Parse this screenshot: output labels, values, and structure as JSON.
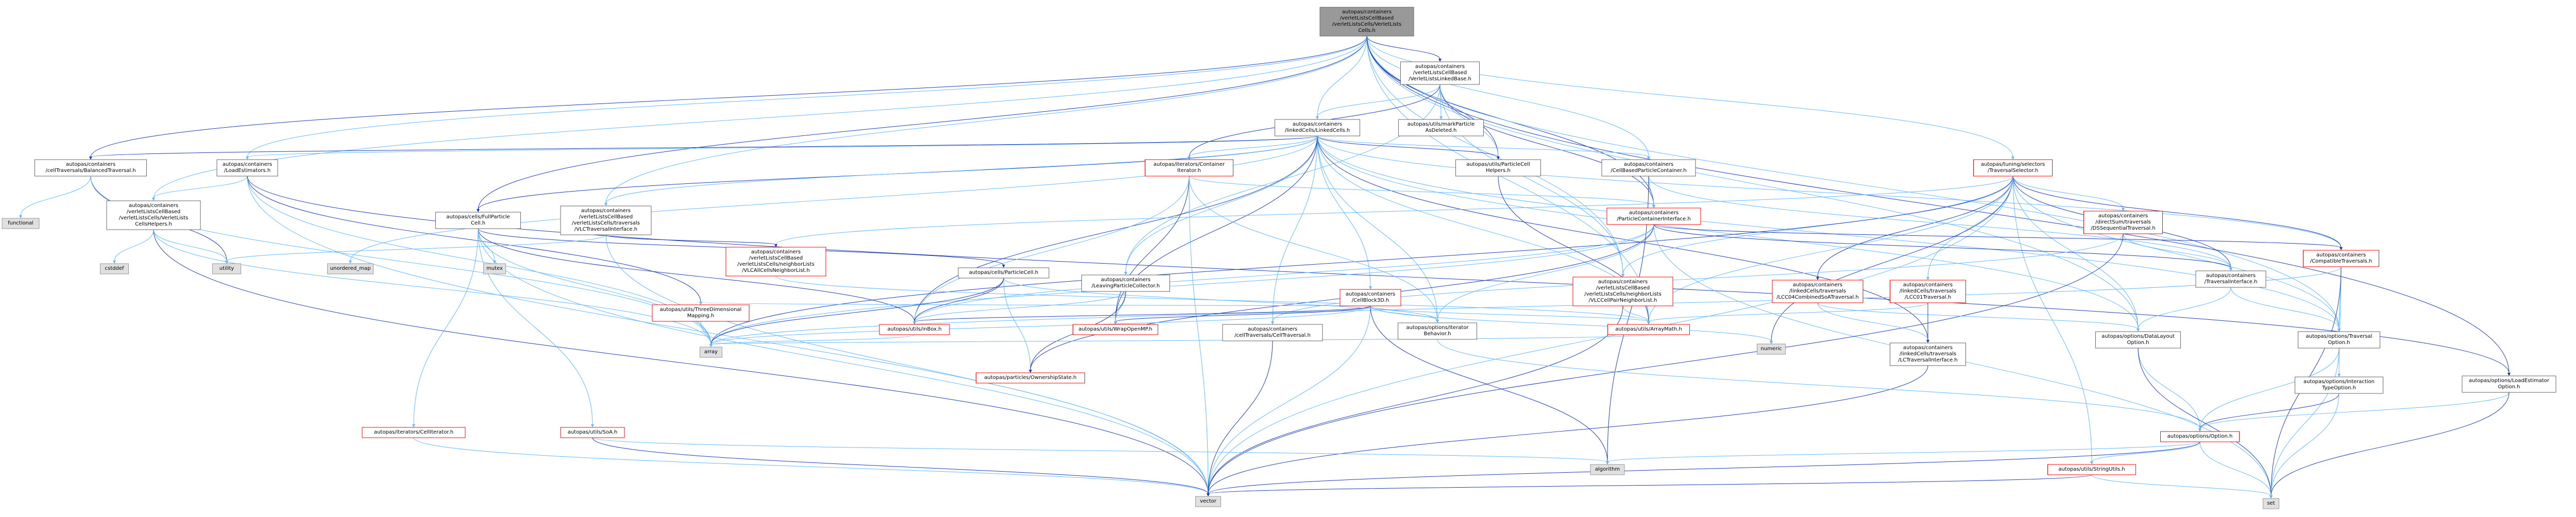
{
  "graph": {
    "colors": {
      "root_fill": "#999999",
      "node_fill": "#ffffff",
      "node_border_normal": "#666666",
      "node_border_missing": "#ff0000",
      "external_fill": "#e0e0e0",
      "external_border": "#999999",
      "edge": "#63b8ff",
      "edge_alt": "#1f3bb3"
    },
    "nodes": [
      {
        "id": "root",
        "lines": [
          "autopas/containers",
          "/verletListsCellBased",
          "/verletListsCells/VerletLists",
          "Cells.h"
        ],
        "style": "root"
      },
      {
        "id": "vlcl",
        "lines": [
          "autopas/containers",
          "/verletListsCellBased",
          "/VerletListsLinkedBase.h"
        ],
        "style": "normal"
      },
      {
        "id": "lc",
        "lines": [
          "autopas/containers",
          "/linkedCells/LinkedCells.h"
        ],
        "style": "normal"
      },
      {
        "id": "markdel",
        "lines": [
          "autopas/utils/markParticle",
          "AsDeleted.h"
        ],
        "style": "normal"
      },
      {
        "id": "ts",
        "lines": [
          "autopas/tuning/selectors",
          "/TraversalSelector.h"
        ],
        "style": "red"
      },
      {
        "id": "cbtrav",
        "lines": [
          "autopas/containers",
          "/cellTraversals/BalancedTraversal.h"
        ],
        "style": "normal"
      },
      {
        "id": "le",
        "lines": [
          "autopas/containers",
          "/LoadEstimators.h"
        ],
        "style": "normal"
      },
      {
        "id": "itcont",
        "lines": [
          "autopas/iterators/Container",
          "Iterator.h"
        ],
        "style": "red"
      },
      {
        "id": "pch",
        "lines": [
          "autopas/utils/ParticleCell",
          "Helpers.h"
        ],
        "style": "normal"
      },
      {
        "id": "cbpc",
        "lines": [
          "autopas/containers",
          "/CellBasedParticleContainer.h"
        ],
        "style": "normal"
      },
      {
        "id": "vlchelp",
        "lines": [
          "autopas/containers",
          "/verletListsCellBased",
          "/verletListsCells/VerletLists",
          "CellsHelpers.h"
        ],
        "style": "normal"
      },
      {
        "id": "fullpc",
        "lines": [
          "autopas/cells/FullParticle",
          "Cell.h"
        ],
        "style": "normal"
      },
      {
        "id": "vlctrav",
        "lines": [
          "autopas/containers",
          "/verletListsCellBased",
          "/verletListsCells/traversals",
          "/VLCTraversalInterface.h"
        ],
        "style": "normal"
      },
      {
        "id": "pci",
        "lines": [
          "autopas/containers",
          "/ParticleContainerInterface.h"
        ],
        "style": "red"
      },
      {
        "id": "dstrav",
        "lines": [
          "autopas/containers",
          "/directSum/traversals",
          "/DSSequentialTraversal.h"
        ],
        "style": "red"
      },
      {
        "id": "compat",
        "lines": [
          "autopas/containers",
          "/CompatibleTraversals.h"
        ],
        "style": "red"
      },
      {
        "id": "cellblock",
        "lines": [
          "autopas/containers",
          "/CellBlock3D.h"
        ],
        "style": "red"
      },
      {
        "id": "vlcneigh",
        "lines": [
          "autopas/containers",
          "/verletListsCellBased",
          "/verletListsCells/neighborLists",
          "/VLCCellPairNeighborList.h"
        ],
        "style": "red"
      },
      {
        "id": "lccomb",
        "lines": [
          "autopas/containers",
          "/linkedCells/traversals",
          "/LCC04CombinedSoATraversal.h"
        ],
        "style": "red"
      },
      {
        "id": "lcc01",
        "lines": [
          "autopas/containers",
          "/linkedCells/traversals",
          "/LCC01Traversal.h"
        ],
        "style": "red"
      },
      {
        "id": "vlcall",
        "lines": [
          "autopas/containers",
          "/verletListsCellBased",
          "/verletListsCells/neighborLists",
          "/VLCAllCellsNeighborList.h"
        ],
        "style": "red"
      },
      {
        "id": "pcell",
        "lines": [
          "autopas/cells/ParticleCell.h"
        ],
        "style": "normal"
      },
      {
        "id": "leaving",
        "lines": [
          "autopas/containers",
          "/LeavingParticleCollector.h"
        ],
        "style": "normal"
      },
      {
        "id": "travint",
        "lines": [
          "autopas/containers",
          "/TraversalInterface.h"
        ],
        "style": "normal"
      },
      {
        "id": "lctrav",
        "lines": [
          "autopas/containers",
          "/linkedCells/traversals",
          "/LCTraversalInterface.h"
        ],
        "style": "normal"
      },
      {
        "id": "utd",
        "lines": [
          "autopas/utils/ThreeDimensional",
          "Mapping.h"
        ],
        "style": "red"
      },
      {
        "id": "inbox",
        "lines": [
          "autopas/utils/inBox.h"
        ],
        "style": "red"
      },
      {
        "id": "wrapomp",
        "lines": [
          "autopas/utils/WrapOpenMP.h"
        ],
        "style": "red"
      },
      {
        "id": "celltrav",
        "lines": [
          "autopas/containers",
          "/cellTraversals/CellTraversal.h"
        ],
        "style": "normal"
      },
      {
        "id": "itbeh",
        "lines": [
          "autopas/options/Iterator",
          "Behavior.h"
        ],
        "style": "normal"
      },
      {
        "id": "arraymath",
        "lines": [
          "autopas/utils/ArrayMath.h"
        ],
        "style": "red"
      },
      {
        "id": "datalayout",
        "lines": [
          "autopas/options/DataLayout",
          "Option.h"
        ],
        "style": "normal"
      },
      {
        "id": "travopt",
        "lines": [
          "autopas/options/Traversal",
          "Option.h"
        ],
        "style": "normal"
      },
      {
        "id": "ownerstate",
        "lines": [
          "autopas/particles/OwnershipState.h"
        ],
        "style": "red"
      },
      {
        "id": "interopt",
        "lines": [
          "autopas/options/Interaction",
          "TypeOption.h"
        ],
        "style": "normal"
      },
      {
        "id": "leopt",
        "lines": [
          "autopas/options/LoadEstimator",
          "Option.h"
        ],
        "style": "normal"
      },
      {
        "id": "celliter",
        "lines": [
          "autopas/iterators/CellIterator.h"
        ],
        "style": "red"
      },
      {
        "id": "soa",
        "lines": [
          "autopas/utils/SoA.h"
        ],
        "style": "red"
      },
      {
        "id": "option",
        "lines": [
          "autopas/options/Option.h"
        ],
        "style": "red"
      },
      {
        "id": "strutils",
        "lines": [
          "autopas/utils/StringUtils.h"
        ],
        "style": "red"
      },
      {
        "id": "functional",
        "lines": [
          "functional"
        ],
        "style": "ext"
      },
      {
        "id": "cstddef",
        "lines": [
          "cstddef"
        ],
        "style": "ext"
      },
      {
        "id": "utility",
        "lines": [
          "utility"
        ],
        "style": "ext"
      },
      {
        "id": "umap",
        "lines": [
          "unordered_map"
        ],
        "style": "ext"
      },
      {
        "id": "mutex",
        "lines": [
          "mutex"
        ],
        "style": "ext"
      },
      {
        "id": "array",
        "lines": [
          "array"
        ],
        "style": "ext"
      },
      {
        "id": "numeric",
        "lines": [
          "numeric"
        ],
        "style": "ext"
      },
      {
        "id": "algorithm",
        "lines": [
          "algorithm"
        ],
        "style": "ext"
      },
      {
        "id": "set",
        "lines": [
          "set"
        ],
        "style": "ext"
      },
      {
        "id": "vector",
        "lines": [
          "vector"
        ],
        "style": "ext"
      }
    ],
    "edges": [
      [
        "root",
        "vlcl"
      ],
      [
        "root",
        "lc"
      ],
      [
        "root",
        "ts"
      ],
      [
        "root",
        "cbtrav"
      ],
      [
        "root",
        "le"
      ],
      [
        "root",
        "vlchelp"
      ],
      [
        "root",
        "fullpc"
      ],
      [
        "root",
        "vlctrav"
      ],
      [
        "root",
        "cbpc"
      ],
      [
        "root",
        "pci"
      ],
      [
        "root",
        "travopt"
      ],
      [
        "root",
        "datalayout"
      ],
      [
        "root",
        "leopt"
      ],
      [
        "root",
        "vlcneigh"
      ],
      [
        "root",
        "arraymath"
      ],
      [
        "root",
        "pch"
      ],
      [
        "vlcl",
        "lc"
      ],
      [
        "vlcl",
        "markdel"
      ],
      [
        "vlcl",
        "pci"
      ],
      [
        "vlcl",
        "pch"
      ],
      [
        "vlcl",
        "leaving"
      ],
      [
        "vlcl",
        "itcont"
      ],
      [
        "vlcl",
        "vlcneigh"
      ],
      [
        "lc",
        "itcont"
      ],
      [
        "lc",
        "pch"
      ],
      [
        "lc",
        "cbpc"
      ],
      [
        "lc",
        "le"
      ],
      [
        "lc",
        "cbtrav"
      ],
      [
        "lc",
        "cellblock"
      ],
      [
        "lc",
        "leaving"
      ],
      [
        "lc",
        "fullpc"
      ],
      [
        "lc",
        "compat"
      ],
      [
        "lc",
        "arraymath"
      ],
      [
        "lc",
        "inbox"
      ],
      [
        "lc",
        "itbeh"
      ],
      [
        "lc",
        "celltrav"
      ],
      [
        "lc",
        "lctrav"
      ],
      [
        "lc",
        "travopt"
      ],
      [
        "lc",
        "datalayout"
      ],
      [
        "lc",
        "wrapomp"
      ],
      [
        "lc",
        "umap"
      ],
      [
        "lc",
        "vlctrav"
      ],
      [
        "ts",
        "lccomb"
      ],
      [
        "ts",
        "lcc01"
      ],
      [
        "ts",
        "dstrav"
      ],
      [
        "ts",
        "travint"
      ],
      [
        "ts",
        "travopt"
      ],
      [
        "ts",
        "datalayout"
      ],
      [
        "ts",
        "compat"
      ],
      [
        "ts",
        "vlcall"
      ],
      [
        "ts",
        "vlcneigh"
      ],
      [
        "ts",
        "numeric"
      ],
      [
        "ts",
        "strutils"
      ],
      [
        "ts",
        "vector"
      ],
      [
        "ts",
        "array"
      ],
      [
        "ts",
        "arraymath"
      ],
      [
        "cbtrav",
        "functional"
      ],
      [
        "cbtrav",
        "utility"
      ],
      [
        "cbtrav",
        "array"
      ],
      [
        "le",
        "vlchelp"
      ],
      [
        "le",
        "utd"
      ],
      [
        "le",
        "array"
      ],
      [
        "le",
        "vector"
      ],
      [
        "le",
        "leopt"
      ],
      [
        "itcont",
        "pci"
      ],
      [
        "itcont",
        "inbox"
      ],
      [
        "itcont",
        "wrapomp"
      ],
      [
        "itcont",
        "itbeh"
      ],
      [
        "itcont",
        "vector"
      ],
      [
        "pch",
        "arraymath"
      ],
      [
        "cbpc",
        "pci"
      ],
      [
        "cbpc",
        "travint"
      ],
      [
        "cbpc",
        "algorithm"
      ],
      [
        "vlchelp",
        "cstddef"
      ],
      [
        "vlchelp",
        "utility"
      ],
      [
        "vlchelp",
        "vector"
      ],
      [
        "vlchelp",
        "array"
      ],
      [
        "fullpc",
        "mutex"
      ],
      [
        "fullpc",
        "pcell"
      ],
      [
        "fullpc",
        "celliter"
      ],
      [
        "fullpc",
        "soa"
      ],
      [
        "fullpc",
        "inbox"
      ],
      [
        "fullpc",
        "vector"
      ],
      [
        "fullpc",
        "array"
      ],
      [
        "vlctrav",
        "vlcall"
      ],
      [
        "vlctrav",
        "vector"
      ],
      [
        "vlctrav",
        "utility"
      ],
      [
        "pci",
        "travint"
      ],
      [
        "pci",
        "itbeh"
      ],
      [
        "pci",
        "inbox"
      ],
      [
        "pci",
        "ownerstate"
      ],
      [
        "pci",
        "array"
      ],
      [
        "pci",
        "set"
      ],
      [
        "pci",
        "compat"
      ],
      [
        "dstrav",
        "travint"
      ],
      [
        "dstrav",
        "celltrav"
      ],
      [
        "dstrav",
        "vector"
      ],
      [
        "compat",
        "travopt"
      ],
      [
        "compat",
        "interopt"
      ],
      [
        "compat",
        "set"
      ],
      [
        "compat",
        "array"
      ],
      [
        "cellblock",
        "utd"
      ],
      [
        "cellblock",
        "inbox"
      ],
      [
        "cellblock",
        "arraymath"
      ],
      [
        "cellblock",
        "itbeh"
      ],
      [
        "cellblock",
        "wrapomp"
      ],
      [
        "cellblock",
        "array"
      ],
      [
        "cellblock",
        "vector"
      ],
      [
        "cellblock",
        "algorithm"
      ],
      [
        "cellblock",
        "numeric"
      ],
      [
        "vlcneigh",
        "arraymath"
      ],
      [
        "vlcneigh",
        "vector"
      ],
      [
        "lccomb",
        "lctrav"
      ],
      [
        "lccomb",
        "datalayout"
      ],
      [
        "lcc01",
        "lctrav"
      ],
      [
        "lcc01",
        "arraymath"
      ],
      [
        "vlcall",
        "arraymath"
      ],
      [
        "pcell",
        "inbox"
      ],
      [
        "pcell",
        "ownerstate"
      ],
      [
        "pcell",
        "itbeh"
      ],
      [
        "pcell",
        "array"
      ],
      [
        "leaving",
        "inbox"
      ],
      [
        "leaving",
        "wrapomp"
      ],
      [
        "leaving",
        "ownerstate"
      ],
      [
        "travint",
        "travopt"
      ],
      [
        "travint",
        "datalayout"
      ],
      [
        "lctrav",
        "vector"
      ],
      [
        "utd",
        "array"
      ],
      [
        "inbox",
        "array"
      ],
      [
        "celltrav",
        "vector"
      ],
      [
        "itbeh",
        "option"
      ],
      [
        "datalayout",
        "option"
      ],
      [
        "datalayout",
        "set"
      ],
      [
        "travopt",
        "option"
      ],
      [
        "travopt",
        "set"
      ],
      [
        "interopt",
        "option"
      ],
      [
        "interopt",
        "set"
      ],
      [
        "leopt",
        "option"
      ],
      [
        "leopt",
        "set"
      ],
      [
        "celliter",
        "vector"
      ],
      [
        "soa",
        "algorithm"
      ],
      [
        "soa",
        "vector"
      ],
      [
        "option",
        "strutils"
      ],
      [
        "option",
        "set"
      ],
      [
        "option",
        "vector"
      ],
      [
        "option",
        "algorithm"
      ],
      [
        "strutils",
        "set"
      ],
      [
        "strutils",
        "vector"
      ],
      [
        "arraymath",
        "array"
      ]
    ]
  }
}
